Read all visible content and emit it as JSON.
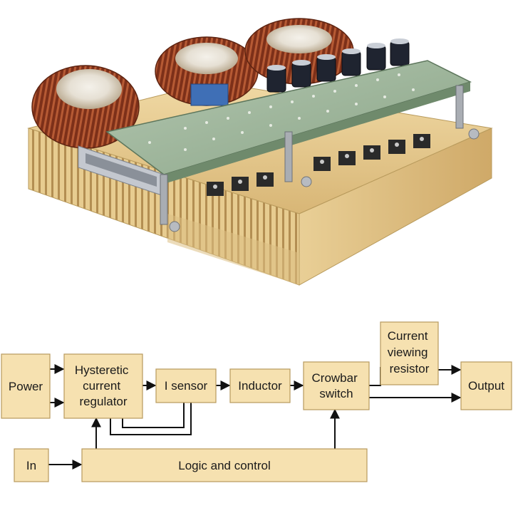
{
  "colors": {
    "block_fill": "#f6e1b0",
    "block_border": "#b79a5e",
    "line": "#111111",
    "heatsink": "#e2c48a",
    "pcb": "#9bb39b",
    "toroid_copper": "#8a3a22"
  },
  "image": {
    "subject": "power supply module photo"
  },
  "blocks": {
    "power": [
      "Power"
    ],
    "regulator": [
      "Hysteretic",
      "current",
      "regulator"
    ],
    "sensor": [
      "I sensor"
    ],
    "inductor": [
      "Inductor"
    ],
    "crowbar": [
      "Crowbar",
      "switch"
    ],
    "resistor": [
      "Current",
      "viewing",
      "resistor"
    ],
    "output": [
      "Output"
    ],
    "input": [
      "In"
    ],
    "logic": [
      "Logic and control"
    ]
  }
}
